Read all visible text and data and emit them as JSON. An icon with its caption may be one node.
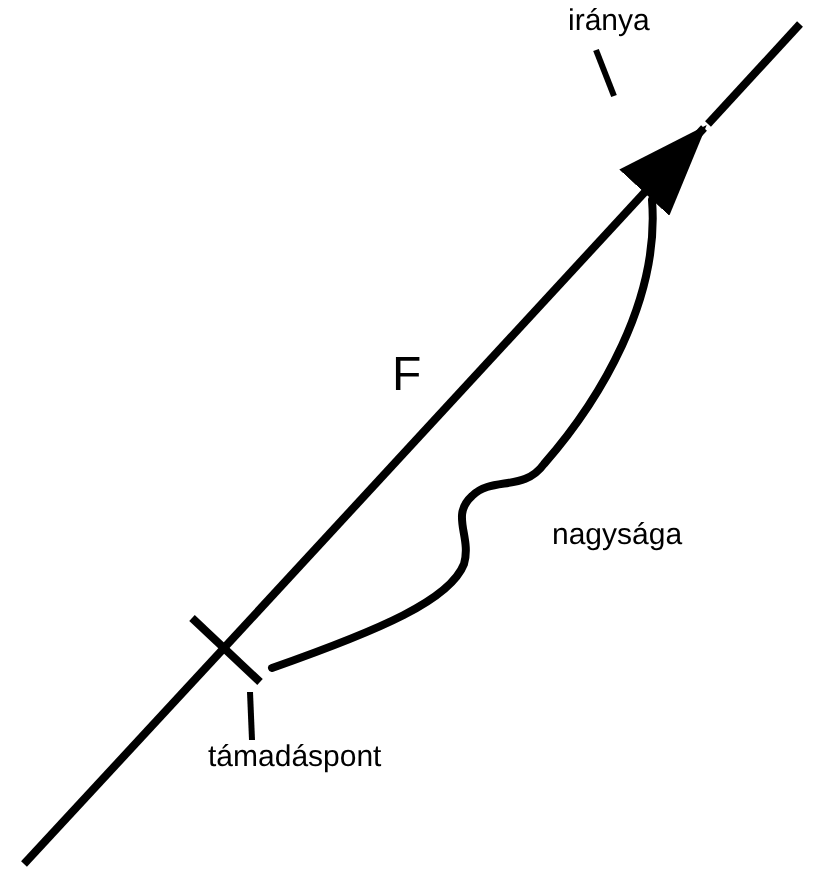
{
  "diagram": {
    "nodes": [
      {
        "text": [
          "iránya"
        ]
      },
      {
        "text": [],
        "shape": "bar"
      },
      {
        "text": [
          "támadáspont"
        ]
      }
    ],
    "edges": [
      {
        "from": 0,
        "to": null,
        "arrow": "none"
      },
      {
        "from": 2,
        "to": 1,
        "arrow": "none"
      },
      {
        "from": 1,
        "to": null,
        "arrow": "to"
      }
    ],
    "labels": [
      "F",
      "nagysága"
    ]
  }
}
